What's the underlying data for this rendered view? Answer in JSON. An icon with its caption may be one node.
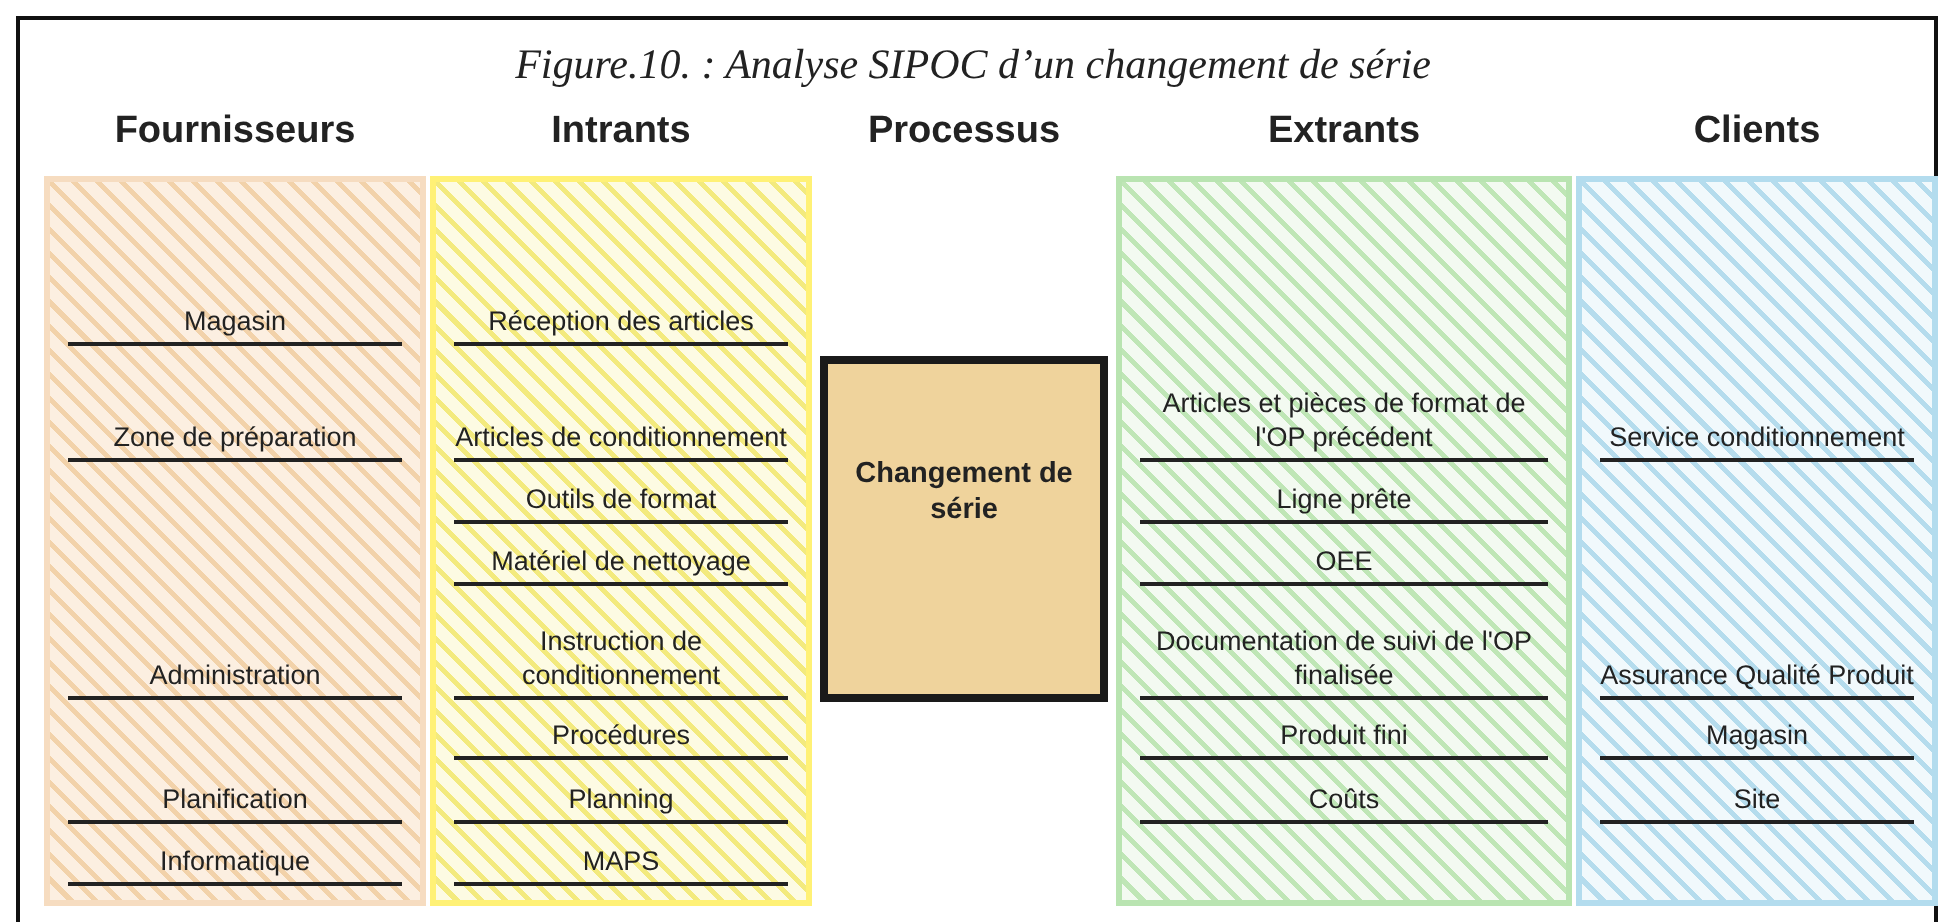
{
  "diagram": {
    "title": "Figure.10. : Analyse SIPOC d’un changement de série",
    "nodes": [
      {
        "text": [
          "Fournisseurs",
          "Magasin",
          "Zone de préparation",
          "Administration",
          "Planification",
          "Informatique"
        ]
      },
      {
        "text": [
          "Intrants",
          "Réception des articles",
          "Articles de conditionnement",
          "Outils de format",
          "Matériel de nettoyage",
          "Instruction de conditionnement",
          "Procédures",
          "Planning",
          "MAPS"
        ]
      },
      {
        "text": [
          "Changement de série"
        ]
      },
      {
        "text": [
          "Extrants",
          "Articles et pièces de format de l'OP précédent",
          "Ligne prête",
          "OEE",
          "Documentation de suivi de l'OP finalisée",
          "Produit fini",
          "Coûts"
        ]
      },
      {
        "text": [
          "Clients",
          "Service conditionnement",
          "Assurance Qualité Produit",
          "Magasin",
          "Site"
        ]
      }
    ],
    "edges": [],
    "labels": [
      "Processus"
    ]
  }
}
